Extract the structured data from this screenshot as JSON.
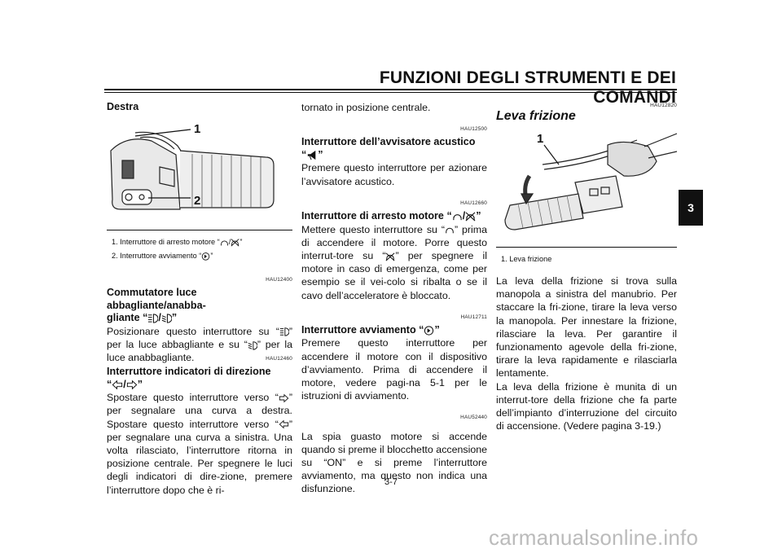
{
  "header": {
    "title": "FUNZIONI DEGLI STRUMENTI E DEI COMANDI"
  },
  "chapter_tab": "3",
  "page_number": "3-7",
  "footer": {
    "watermark": "carmanualsonline.info"
  },
  "col1": {
    "section": "Destra",
    "figure_labels": [
      "1",
      "2"
    ],
    "captions": [
      {
        "pre": "1. Interruttore di arresto motore “",
        "post": "”"
      },
      {
        "pre": "2. Interruttore avviamento “",
        "post": "”"
      }
    ],
    "blocks": [
      {
        "code": "HAU12400",
        "title_pre": "Commutatore luce abbagliante/anabba-\ngliante “",
        "title_post": "”",
        "text_parts": [
          "Posizionare questo interruttore su “",
          "” per la luce abbagliante e su “",
          "” per la luce anabbagliante."
        ]
      },
      {
        "code": "HAU12460",
        "title_pre": "Interruttore indicatori di direzione\n“",
        "title_post": "”",
        "text_parts": [
          "Spostare questo interruttore verso “",
          "” per segnalare una curva a destra. Spostare questo interruttore verso “",
          "” per segnalare una curva a sinistra. Una volta rilasciato, l’interruttore ritorna in posizione centrale. Per spegnere le luci degli indicatori di dire-zione, premere l’interruttore dopo che è ri-"
        ]
      }
    ]
  },
  "col2": {
    "continuation": "tornato in posizione centrale.",
    "blocks": [
      {
        "code": "HAU12500",
        "title_pre": "Interruttore dell’avvisatore acustico\n“",
        "title_post": "”",
        "text": "Premere questo interruttore per azionare l’avvisatore acustico."
      },
      {
        "code": "HAU12660",
        "title_pre": "Interruttore di arresto motore “",
        "title_post": "”",
        "text_parts": [
          "Mettere questo interruttore su “",
          "” prima di accendere il motore. Porre questo interrut-tore su “",
          "” per spegnere il motore in caso di emergenza, come per esempio se il vei-colo si ribalta o se il cavo dell’acceleratore è bloccato."
        ]
      },
      {
        "code": "HAU12711",
        "title_pre": "Interruttore avviamento “",
        "title_post": "”",
        "text": "Premere questo interruttore per accendere il motore con il dispositivo d’avviamento. Prima di accendere il motore, vedere pagi-na 5-1 per le istruzioni di avviamento."
      },
      {
        "code": "HAU52440",
        "text": "La spia guasto motore si accende quando si preme il blocchetto accensione su “ON” e si preme l’interruttore avviamento, ma questo non indica una disfunzione."
      }
    ]
  },
  "col3": {
    "code": "HAU12820",
    "title": "Leva frizione",
    "figure_label": "1",
    "caption": "1. Leva frizione",
    "paragraphs": [
      "La leva della frizione si trova sulla manopola a sinistra del manubrio. Per staccare la fri-zione, tirare la leva verso la manopola. Per innestare la frizione, rilasciare la leva. Per garantire il funzionamento agevole della fri-zione, tirare la leva rapidamente e rilasciarla lentamente.",
      "La leva della frizione è munita di un interrut-tore della frizione che fa parte dell’impianto d’interruzione del circuito di accensione. (Vedere pagina 3-19.)"
    ]
  }
}
